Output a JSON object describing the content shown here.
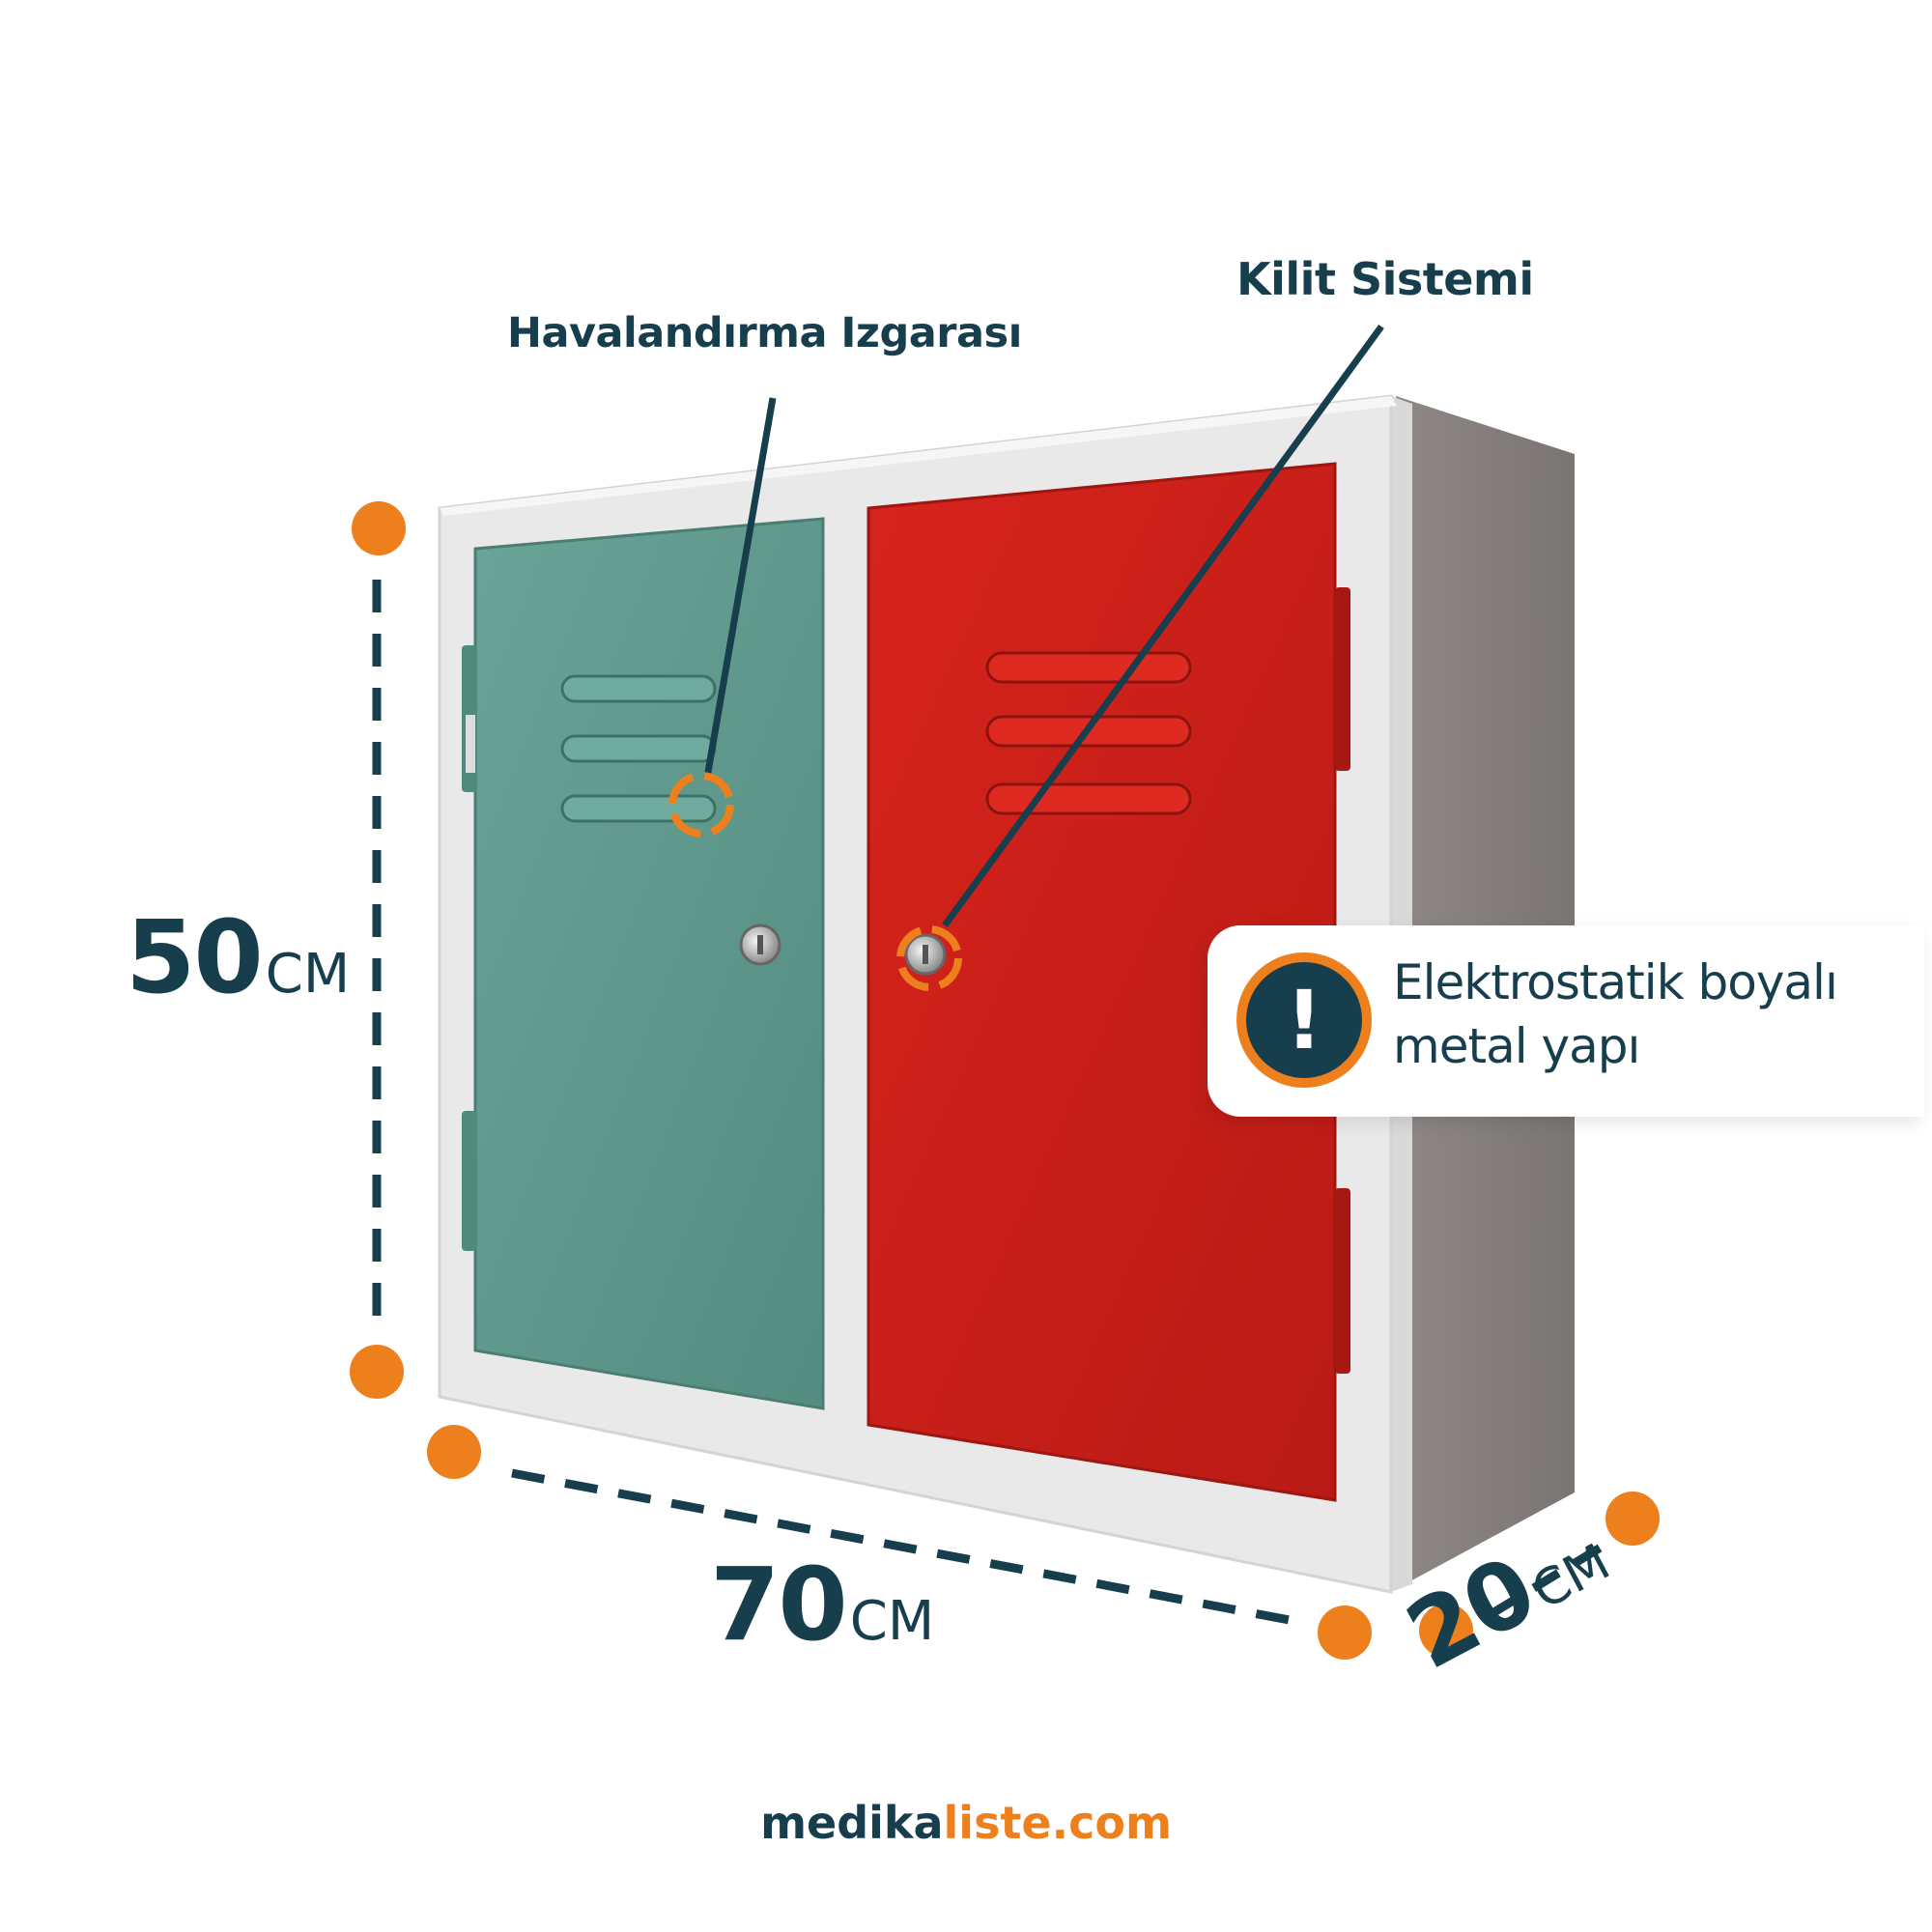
{
  "callouts": {
    "ventilation": "Havalandırma Izgarası",
    "lock": "Kilit Sistemi"
  },
  "dimensions": {
    "height": {
      "value": "50",
      "unit": "CM"
    },
    "width": {
      "value": "70",
      "unit": "CM"
    },
    "depth": {
      "value": "20",
      "unit": "CM"
    }
  },
  "feature_badge": {
    "icon": "exclamation-icon",
    "line1": "Elektrostatik boyalı",
    "line2": "metal yapı"
  },
  "brand": {
    "part1": "medika",
    "part2": "liste.com"
  },
  "colors": {
    "accent": "#ee7f1d",
    "navy": "#173e4d",
    "green_door": "#5e978b",
    "red_door": "#c61f18",
    "cabinet_body": "#e6e6e6"
  }
}
